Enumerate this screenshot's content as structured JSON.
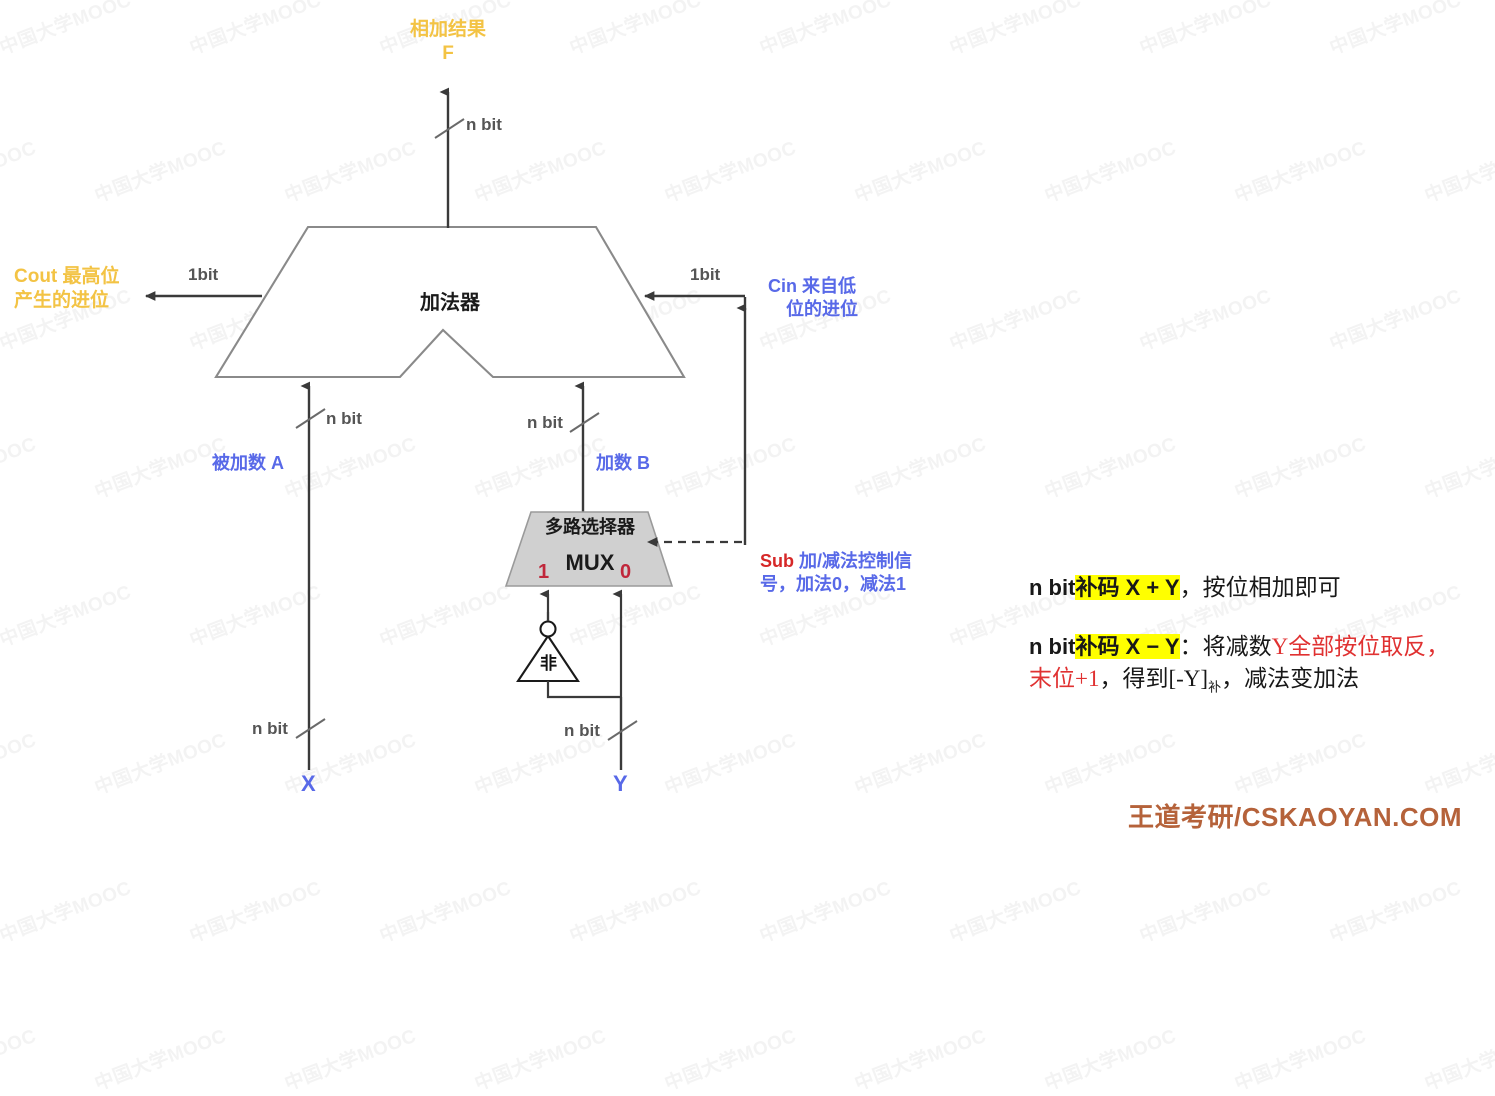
{
  "title": "n bit 加法器 / 减法器 数据通路图",
  "colors": {
    "amber": "#f3c344",
    "blue": "#5869e8",
    "gray": "#555555",
    "black": "#1a1a1a",
    "red": "#c0273b",
    "highlight": "#ffff00",
    "red_text": "#e03131",
    "mux_fill": "#d0d0d0",
    "wire": "#444444",
    "footer": "#b5623a"
  },
  "diagram": {
    "output": {
      "label_line1": "相加结果",
      "label_line2": "F",
      "width_label": "n bit"
    },
    "cout": {
      "label_line1": "Cout 最高位",
      "label_line2": "产生的进位",
      "width_label": "1bit"
    },
    "cin": {
      "label_line1": "Cin 来自低",
      "label_line2": "位的进位",
      "width_label": "1bit"
    },
    "adder": {
      "label": "加法器"
    },
    "input_a": {
      "label": "被加数 A",
      "width_label": "n bit"
    },
    "input_b": {
      "label": "加数 B",
      "width_label": "n bit"
    },
    "mux": {
      "label_line1": "多路选择器",
      "label_line2": "MUX",
      "port_one": "1",
      "port_zero": "0"
    },
    "not_gate": {
      "label": "非"
    },
    "sub_signal": {
      "name": "Sub",
      "desc_line1": "加/减法控制信",
      "desc_line2": "号，加法0，减法1"
    },
    "operand_x": {
      "label": "X",
      "width_label": "n bit"
    },
    "operand_y": {
      "label": "Y",
      "width_label": "n bit"
    }
  },
  "explanation": {
    "para1": {
      "pre": "n bit",
      "highlight": "补码 X + Y",
      "rest": "，按位相加即可"
    },
    "para2": {
      "pre": "n bit",
      "highlight": "补码 X − Y",
      "seg_black_1": "：将减数",
      "seg_red_1": "Y全部",
      "seg_red_2": "按位取反，末位+1",
      "seg_black_2": "，得到[-Y]",
      "seg_sub": "补",
      "seg_black_3": "，",
      "seg_black_4": "减法变加法"
    }
  },
  "watermark": {
    "text": "中国大学MOOC"
  },
  "footer": {
    "text": "王道考研/CSKAOYAN.COM"
  }
}
